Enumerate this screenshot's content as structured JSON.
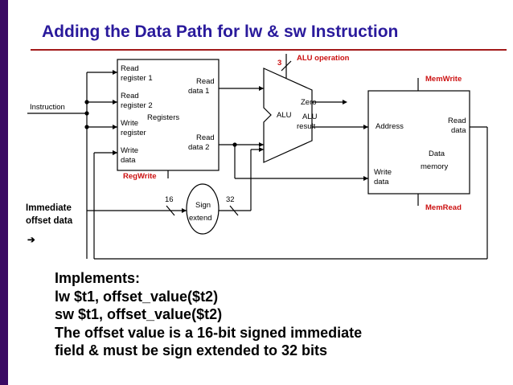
{
  "title": "Adding the Data Path for lw & sw Instruction",
  "diagram": {
    "instruction": "Instruction",
    "registers": {
      "read_register_1": [
        "Read",
        "register 1"
      ],
      "read_register_2": [
        "Read",
        "register 2"
      ],
      "write_register": [
        "Write",
        "register"
      ],
      "write_data": [
        "Write",
        "data"
      ],
      "read_data_1": [
        "Read",
        "data 1"
      ],
      "read_data_2": [
        "Read",
        "data 2"
      ],
      "name": "Registers"
    },
    "reg_write": "RegWrite",
    "alu": {
      "op_bits": "3",
      "operation": "ALU operation",
      "label": "ALU",
      "zero": "Zero",
      "result": [
        "ALU",
        "result"
      ]
    },
    "memory": {
      "mem_write": "MemWrite",
      "mem_read": "MemRead",
      "address": "Address",
      "read_data": [
        "Read",
        "data"
      ],
      "write_data": [
        "Write",
        "data"
      ],
      "name": [
        "Data",
        "memory"
      ]
    },
    "sign_extend": {
      "label": [
        "Sign",
        "extend"
      ],
      "in_bits": "16",
      "out_bits": "32"
    },
    "immediate": [
      "Immediate",
      "offset data",
      "➔"
    ]
  },
  "body_lines": [
    "Implements:",
    "lw $t1, offset_value($t2)",
    "sw $t1, offset_value($t2)",
    "The offset value is a 16-bit signed immediate",
    "field & must be sign extended to 32 bits"
  ]
}
